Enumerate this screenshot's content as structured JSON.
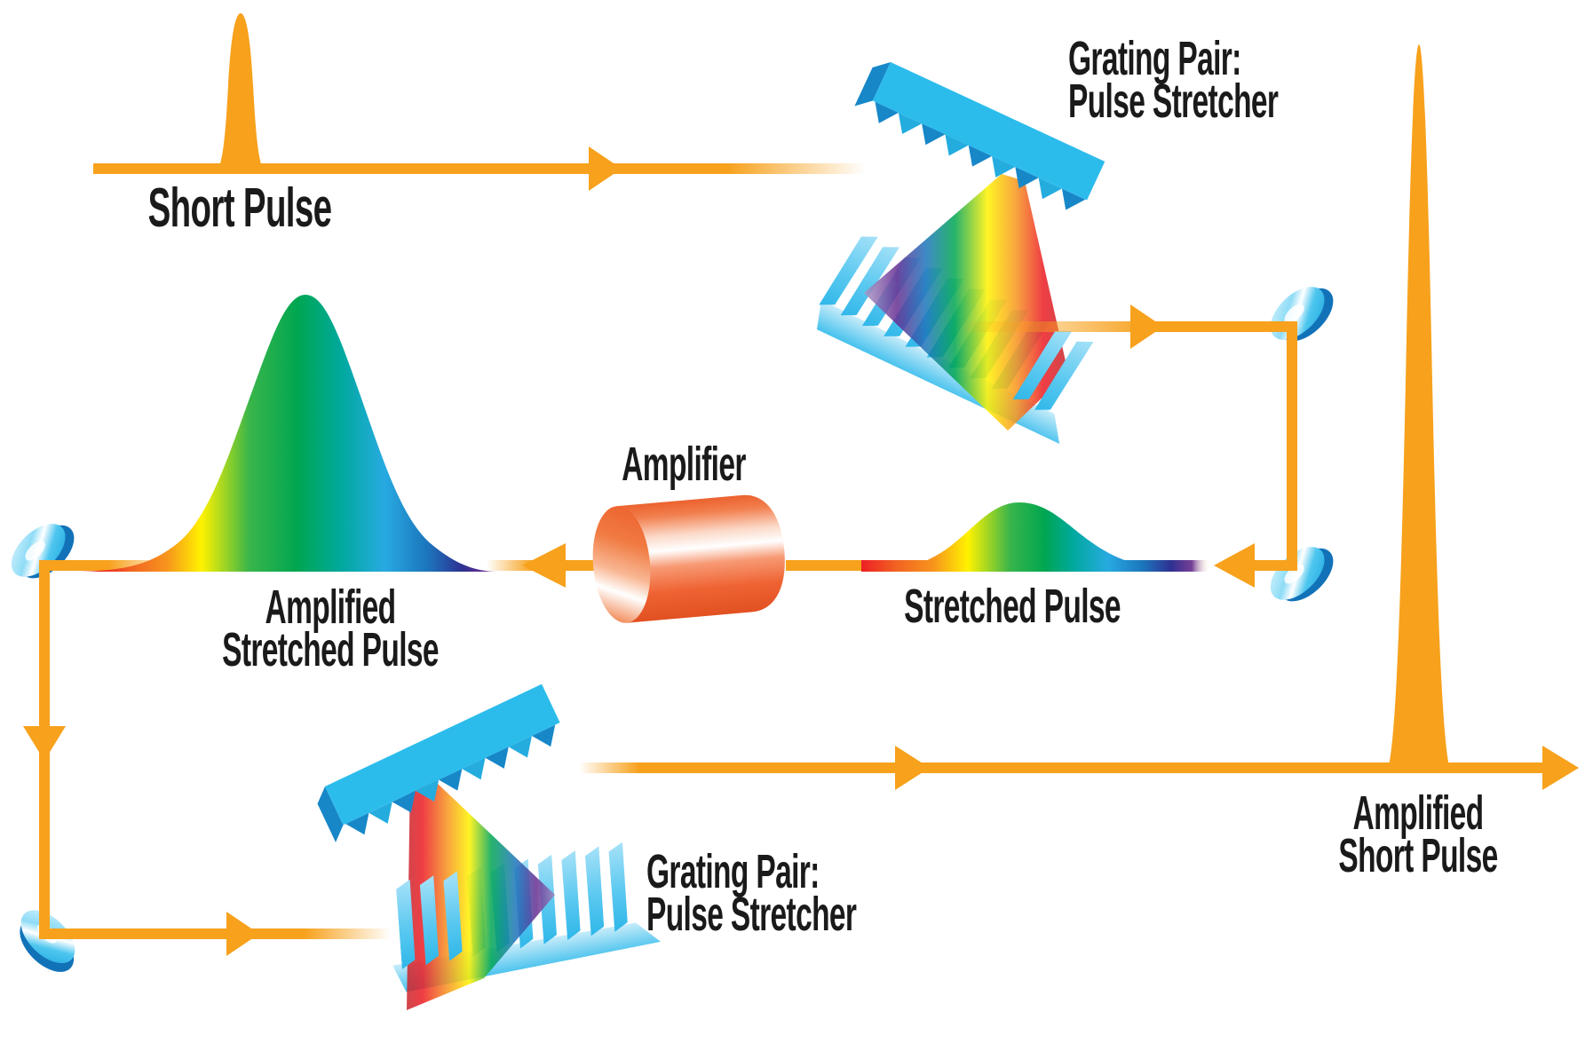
{
  "labels": {
    "short_pulse": "Short Pulse",
    "grating_top_line1": "Grating Pair:",
    "grating_top_line2": "Pulse Stretcher",
    "amplifier": "Amplifier",
    "stretched_pulse": "Stretched Pulse",
    "amplified_stretched_line1": "Amplified",
    "amplified_stretched_line2": "Stretched Pulse",
    "grating_bottom_line1": "Grating Pair:",
    "grating_bottom_line2": "Pulse Stretcher",
    "amplified_short_line1": "Amplified",
    "amplified_short_line2": "Short Pulse"
  },
  "colors": {
    "beam_orange": "#F7A11C",
    "grating_blue": "#2CBCEC",
    "grating_blue_dark": "#1787C8",
    "amplifier_orange_red": "#EF5A28",
    "mirror_blue": "#29ABE2",
    "mirror_rim_blue": "#1272B8",
    "text": "#1A1A1A",
    "background": "#FFFFFF"
  },
  "icons": {
    "grating_top": "diffraction-grating-pair-icon",
    "grating_bottom": "diffraction-grating-pair-icon",
    "mirror": "turning-mirror-icon",
    "amplifier": "gain-medium-cylinder-icon",
    "beam_arrow": "beam-direction-arrow-icon"
  }
}
